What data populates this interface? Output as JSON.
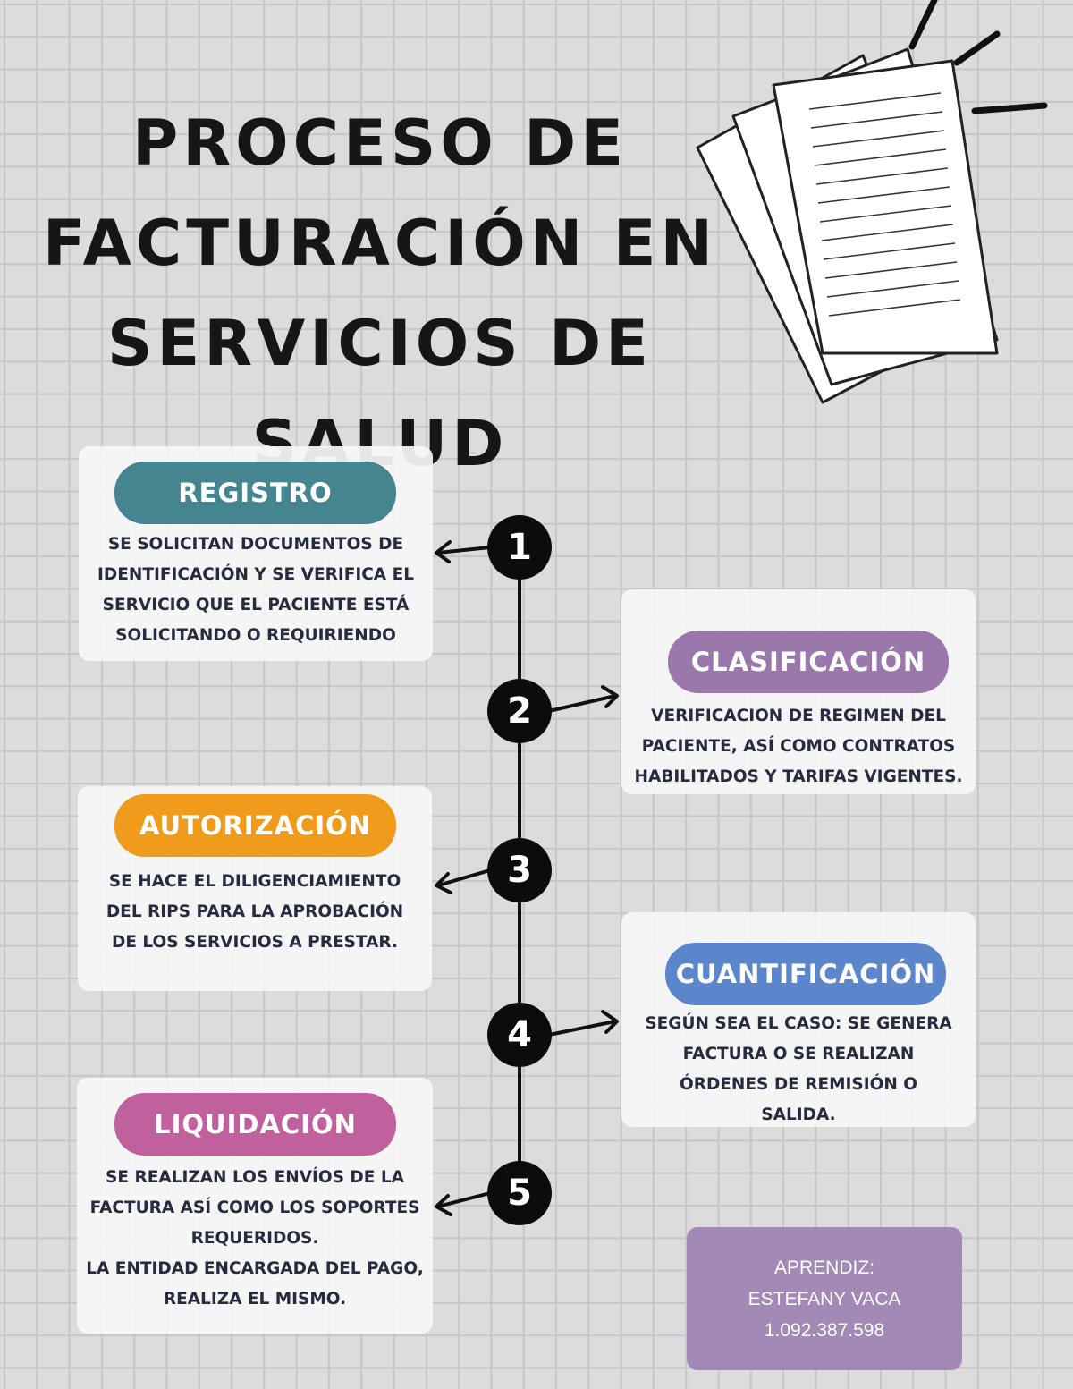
{
  "title": "PROCESO DE\nFACTURACIÓN EN\nSERVICIOS DE SALUD",
  "colors": {
    "registro": "#45858f",
    "clasificacion": "#9b78ac",
    "autorizacion": "#f09b1c",
    "cuantificacion": "#5b86cb",
    "liquidacion": "#c0619e",
    "author_box": "#a38ab6"
  },
  "decoration": {
    "icon": "stack-of-papers-icon"
  },
  "steps": [
    {
      "number": "1",
      "label": "REGISTRO",
      "description": "SE SOLICITAN DOCUMENTOS DE\nIDENTIFICACIÓN Y SE VERIFICA EL\nSERVICIO QUE EL PACIENTE ESTÁ\nSOLICITANDO O REQUIRIENDO"
    },
    {
      "number": "2",
      "label": "CLASIFICACIÓN",
      "description": "VERIFICACION DE REGIMEN DEL\nPACIENTE, ASÍ COMO CONTRATOS\nHABILITADOS Y TARIFAS VIGENTES."
    },
    {
      "number": "3",
      "label": "AUTORIZACIÓN",
      "description": "SE HACE EL DILIGENCIAMIENTO\nDEL RIPS PARA LA APROBACIÓN\nDE LOS SERVICIOS A PRESTAR."
    },
    {
      "number": "4",
      "label": "CUANTIFICACIÓN",
      "description": "SEGÚN SEA EL CASO: SE GENERA\nFACTURA O SE REALIZAN\nÓRDENES DE REMISIÓN O\nSALIDA."
    },
    {
      "number": "5",
      "label": "LIQUIDACIÓN",
      "description": "SE REALIZAN LOS ENVÍOS DE LA\nFACTURA ASÍ COMO LOS SOPORTES\nREQUERIDOS.\nLA ENTIDAD ENCARGADA DEL PAGO,\nREALIZA EL MISMO."
    }
  ],
  "author": {
    "role": "APRENDIZ:",
    "name": "ESTEFANY VACA",
    "id": "1.092.387.598"
  }
}
